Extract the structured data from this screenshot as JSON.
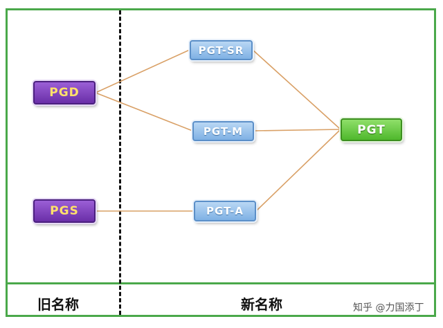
{
  "nodes": {
    "pgd": "PGD",
    "pgs": "PGS",
    "pgt_sr": "PGT-SR",
    "pgt_m": "PGT-M",
    "pgt_a": "PGT-A",
    "pgt": "PGT"
  },
  "footer": {
    "old_name": "旧名称",
    "new_name": "新名称"
  },
  "watermark": "知乎 @力国添丁",
  "colors": {
    "frame": "#4aa84a",
    "connector": "#d9a066",
    "old_node": "#7b3fc0",
    "new_node": "#8fbbe9",
    "target_node": "#5cc33a"
  }
}
